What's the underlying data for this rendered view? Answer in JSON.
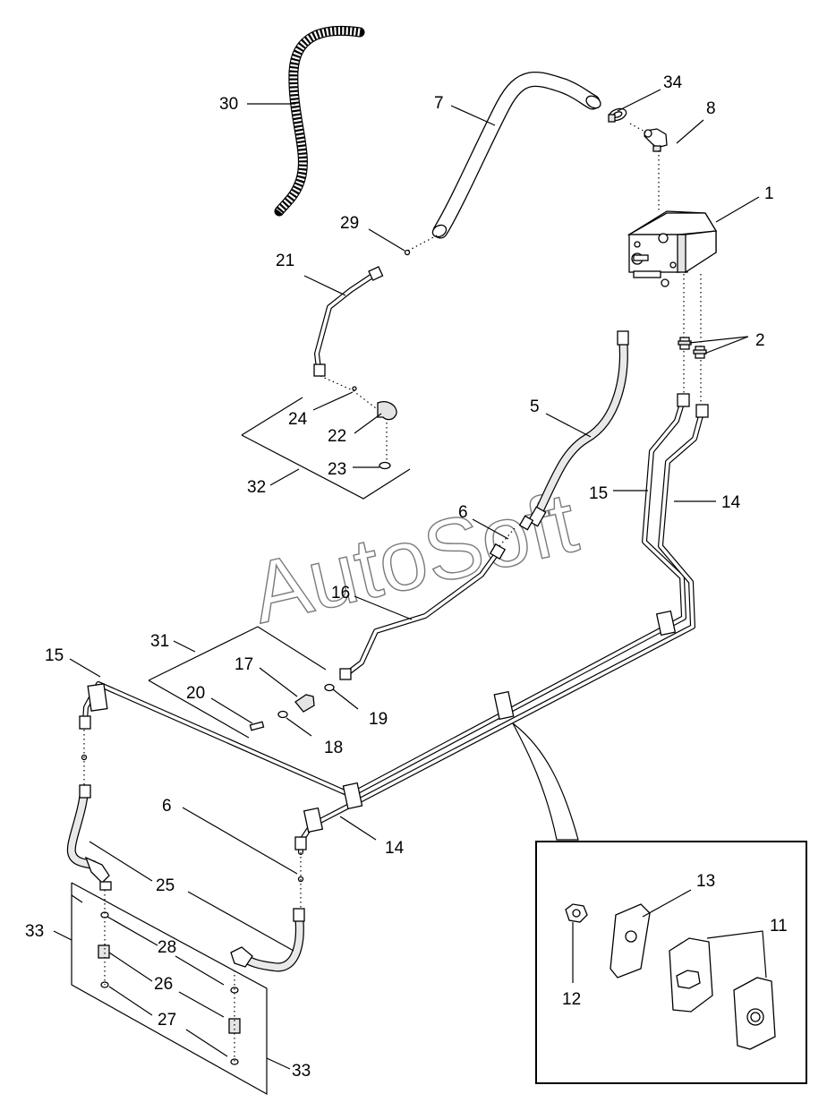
{
  "watermark": "AutoSoft",
  "labels": {
    "l1": "1",
    "l2": "2",
    "l5": "5",
    "l6a": "6",
    "l6b": "6",
    "l7": "7",
    "l8": "8",
    "l11": "11",
    "l12": "12",
    "l13": "13",
    "l14a": "14",
    "l14b": "14",
    "l15a": "15",
    "l15b": "15",
    "l16": "16",
    "l17": "17",
    "l18": "18",
    "l19": "19",
    "l20": "20",
    "l21": "21",
    "l22": "22",
    "l23": "23",
    "l24": "24",
    "l25": "25",
    "l26": "26",
    "l27": "27",
    "l28": "28",
    "l29": "29",
    "l30": "30",
    "l31": "31",
    "l32": "32",
    "l33a": "33",
    "l33b": "33",
    "l34": "34"
  }
}
